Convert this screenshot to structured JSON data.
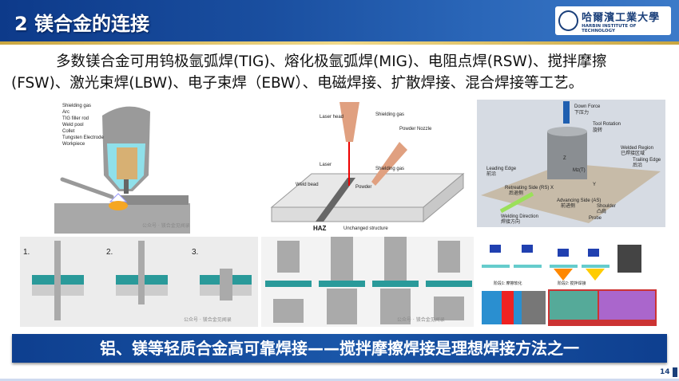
{
  "header": {
    "title": "2 镁合金的连接",
    "logo_cn": "哈爾濱工業大學",
    "logo_en": "HARBIN INSTITUTE OF TECHNOLOGY"
  },
  "body": {
    "line1": "多数镁合金可用钨极氩弧焊(TIG)、熔化极氩弧焊(MIG)、电阻点焊(RSW)、搅拌摩擦",
    "line2": "(FSW)、激光束焊(LBW)、电子束焊（EBW）、电磁焊接、扩散焊接、混合焊接等工艺。"
  },
  "figures": {
    "tig": {
      "legend": [
        "Shielding gas",
        "Arc",
        "TIG filler rod",
        "Weld pool",
        "Collet",
        "Tungsten Electrode",
        "Workpiece"
      ]
    },
    "laser": {
      "labels": [
        "Laser head",
        "Shielding gas",
        "Powder Nozzle",
        "Laser",
        "Shielding gas",
        "Powder",
        "Weld bead",
        "HAZ",
        "Unchanged structure"
      ]
    },
    "fsw": {
      "labels": [
        "Down Force",
        "下压力",
        "Tool Rotation",
        "旋转",
        "Welded Region",
        "已焊接区域",
        "Trailing Edge",
        "后沿",
        "Leading Edge",
        "前沿",
        "Retreating Side (RS)",
        "后退侧",
        "Advancing Side (AS)",
        "前进侧",
        "Welding Direction",
        "焊接方向",
        "Shoulder",
        "凸肩",
        "Probe",
        "Z",
        "X",
        "Y",
        "Mz(T)"
      ]
    },
    "rivet": {
      "steps": [
        "1.",
        "2.",
        "3."
      ]
    },
    "stage": {
      "labels": [
        "阶段1: 摩擦软化",
        "阶段2: 搅拌焊接"
      ]
    },
    "watermark": "公众号 · 镁合金见闻录"
  },
  "banner": {
    "text": "铝、镁等轻质合金高可靠焊接——搅拌摩擦焊接是理想焊接方法之一"
  },
  "page": {
    "number": "14"
  },
  "colors": {
    "header_blue": "#1a4fa0",
    "banner_blue": "#0e3f8f",
    "gold": "#c9a640",
    "teal": "#2a9a9a"
  }
}
